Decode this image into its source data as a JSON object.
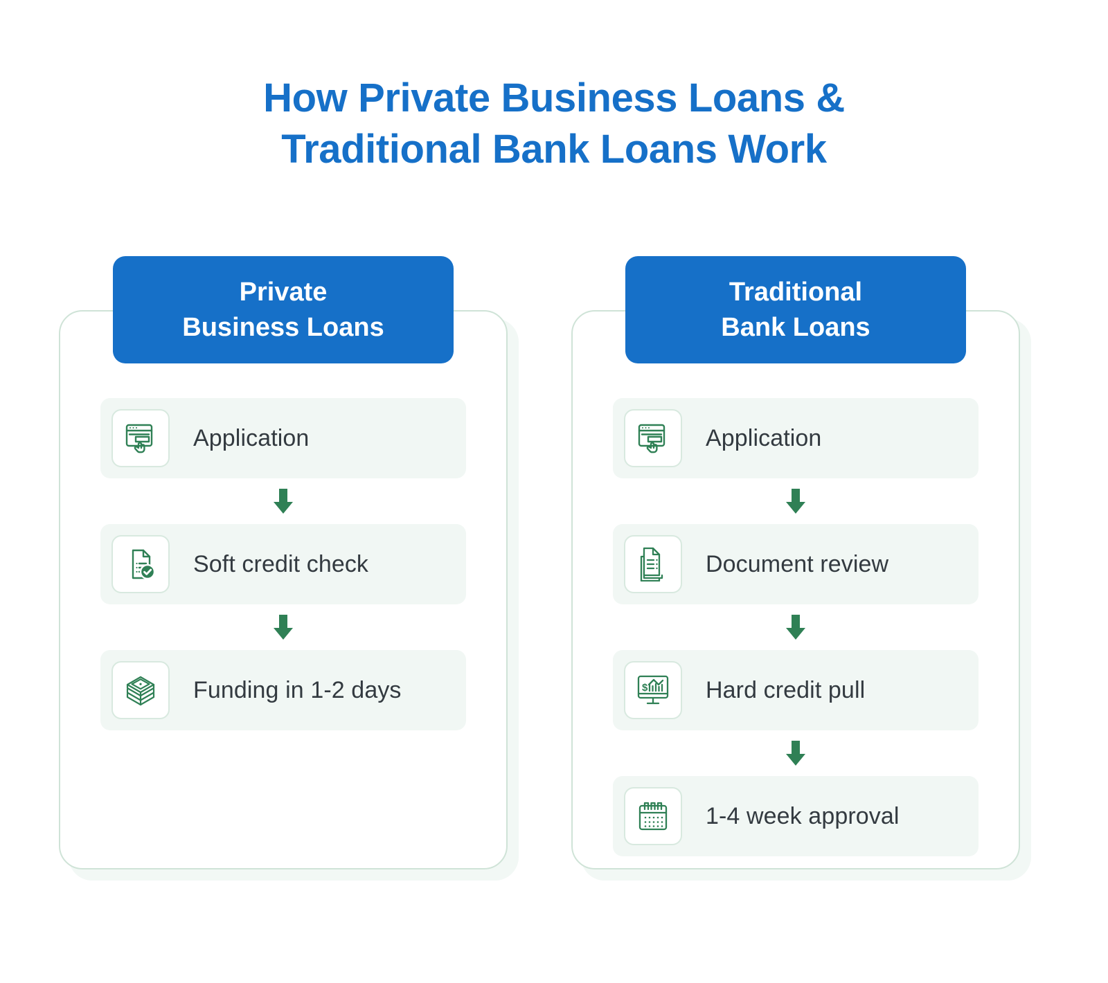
{
  "title": {
    "line1": "How Private Business Loans &",
    "line2": "Traditional Bank Loans Work"
  },
  "colors": {
    "brand_blue": "#1670c8",
    "icon_green": "#2f8055",
    "row_background": "#f1f7f4",
    "card_border": "#cfe3d7",
    "text_dark": "#333a40",
    "page_background": "#ffffff"
  },
  "columns": [
    {
      "tab_line1": "Private",
      "tab_line2": "Business Loans",
      "steps": [
        {
          "label": "Application",
          "icon": "browser-form-click-icon"
        },
        {
          "label": "Soft credit check",
          "icon": "document-check-icon"
        },
        {
          "label": "Funding in 1-2 days",
          "icon": "cash-stack-icon"
        }
      ]
    },
    {
      "tab_line1": "Traditional",
      "tab_line2": "Bank Loans",
      "steps": [
        {
          "label": "Application",
          "icon": "browser-form-click-icon"
        },
        {
          "label": "Document review",
          "icon": "document-stack-icon"
        },
        {
          "label": "Hard credit pull",
          "icon": "monitor-chart-dollar-icon"
        },
        {
          "label": "1-4 week approval",
          "icon": "calendar-icon"
        }
      ]
    }
  ],
  "connector": {
    "icon": "arrow-down-icon"
  }
}
